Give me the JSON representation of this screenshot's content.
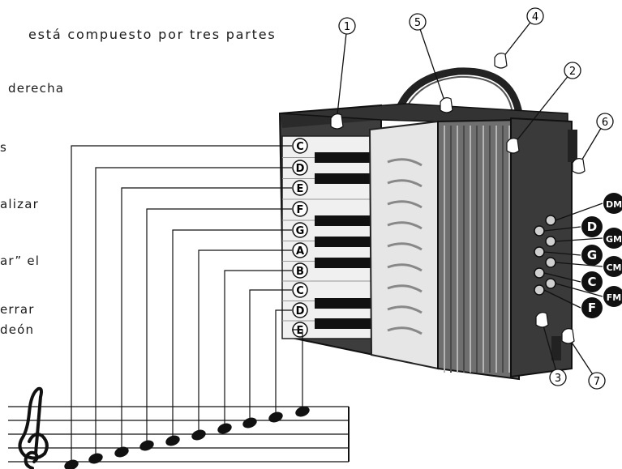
{
  "text_lines": [
    "está compuesto por tres partes",
    "derecha",
    "s",
    "alizar",
    "ar” el",
    "errar",
    "deón"
  ],
  "note_keys": [
    "C",
    "D",
    "E",
    "F",
    "G",
    "A",
    "B",
    "C",
    "D",
    "E"
  ],
  "callouts": [
    "1",
    "2",
    "3",
    "4",
    "5",
    "6",
    "7"
  ],
  "chord_buttons": [
    "DM",
    "D",
    "GM",
    "G",
    "CM",
    "C",
    "FM",
    "F"
  ],
  "colors": {
    "ink": "#111111",
    "body": "#3a3a3a",
    "bellows": "#7a7a7a",
    "grille": "#e8e8e8"
  },
  "clef_icon": "treble-clef-icon",
  "hand_icon": "pointing-hand-icon"
}
